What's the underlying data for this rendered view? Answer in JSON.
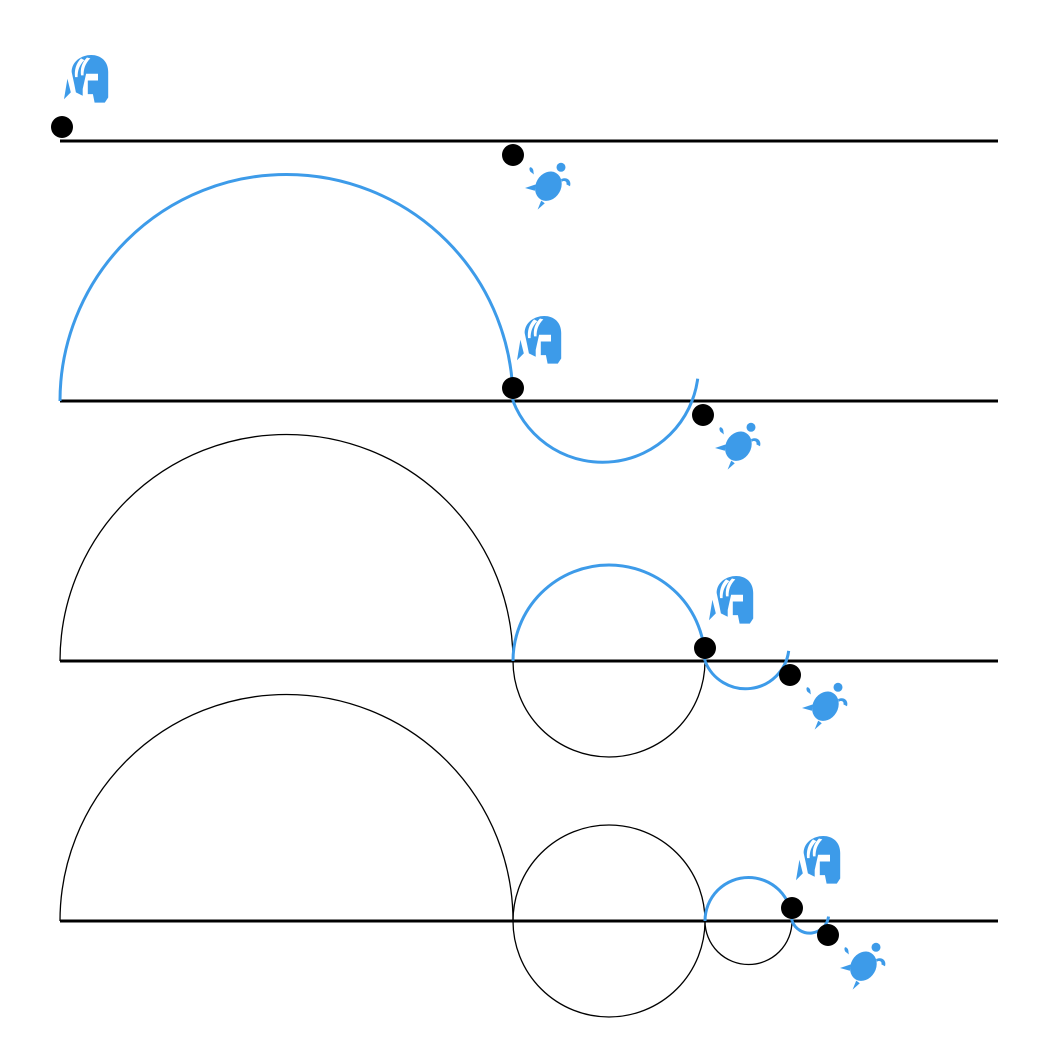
{
  "colors": {
    "background": "#ffffff",
    "line": "#000000",
    "accent": "#3d9be9"
  },
  "figure": {
    "stages": [
      {
        "step": 0,
        "runner_icon": "spartan-helmet-icon",
        "target_icon": "tortoise-icon"
      },
      {
        "step": 1,
        "runner_icon": "spartan-helmet-icon",
        "target_icon": "tortoise-icon"
      },
      {
        "step": 2,
        "runner_icon": "spartan-helmet-icon",
        "target_icon": "tortoise-icon"
      },
      {
        "step": 3,
        "runner_icon": "spartan-helmet-icon",
        "target_icon": "tortoise-icon"
      }
    ]
  }
}
